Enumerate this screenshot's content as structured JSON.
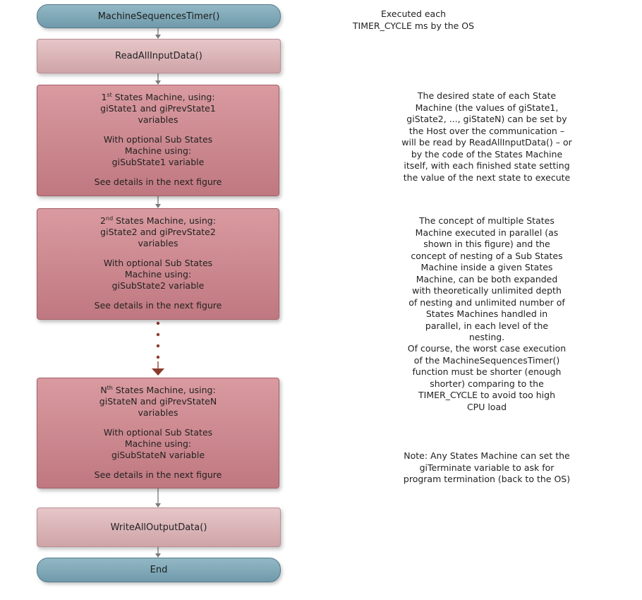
{
  "nodes": {
    "timer": "MachineSequencesTimer()",
    "read": "ReadAllInputData()",
    "sm1": {
      "ordinal": "1",
      "ordinal_suffix": "st",
      "title_rest": " States Machine, using:",
      "lines": [
        "giState1 and giPrevState1",
        "variables"
      ],
      "sub_lines": [
        "With optional Sub States",
        "Machine using:",
        "giSubState1 variable"
      ],
      "details": "See details in the next figure"
    },
    "sm2": {
      "ordinal": "2",
      "ordinal_suffix": "nd",
      "title_rest": " States Machine, using:",
      "lines": [
        "giState2 and giPrevState2",
        "variables"
      ],
      "sub_lines": [
        "With optional Sub States",
        "Machine using:",
        "giSubState2 variable"
      ],
      "details": "See details in the next figure"
    },
    "smN": {
      "ordinal": "N",
      "ordinal_suffix": "th",
      "title_rest": " States Machine, using:",
      "lines": [
        "giStateN and giPrevStateN",
        "variables"
      ],
      "sub_lines": [
        "With optional Sub States",
        "Machine using:",
        "giSubStateN variable"
      ],
      "details": "See details in the next figure"
    },
    "write": "WriteAllOutputData()",
    "end": "End"
  },
  "notes": {
    "timer": [
      "Executed each",
      "TIMER_CYCLE ms by the OS"
    ],
    "state": [
      "The desired state of each State",
      "Machine (the values of giState1,",
      "giState2, ..., giStateN) can be set by",
      "the Host over the communication –",
      "will be read by ReadAllInputData() – or",
      "by the code of the States Machine",
      "itself, with each finished state setting",
      "the value of the next state to execute"
    ],
    "concept": [
      "The concept of multiple States",
      "Machine executed in parallel (as",
      "shown in this figure) and the",
      "concept of nesting of a Sub States",
      "Machine inside a given States",
      "Machine, can be both expanded",
      "with theoretically unlimited depth",
      "of nesting and unlimited number of",
      "States Machines handled in",
      "parallel, in each level of the",
      "nesting."
    ],
    "worst": [
      "Of course, the worst case execution",
      "of the MachineSequencesTimer()",
      "function must be shorter (enough",
      "shorter) comparing to the",
      "TIMER_CYCLE to avoid too high",
      "CPU load"
    ],
    "terminate": [
      "Note: Any States Machine can set the",
      "giTerminate variable to ask for",
      "program termination (back to the OS)"
    ]
  },
  "colors": {
    "terminal": "#7fa7b7",
    "io_box": "#dcb5b8",
    "state_box": "#cc8890",
    "connector": "#7a7a7a",
    "dotted_connector": "#8b3a2e"
  }
}
